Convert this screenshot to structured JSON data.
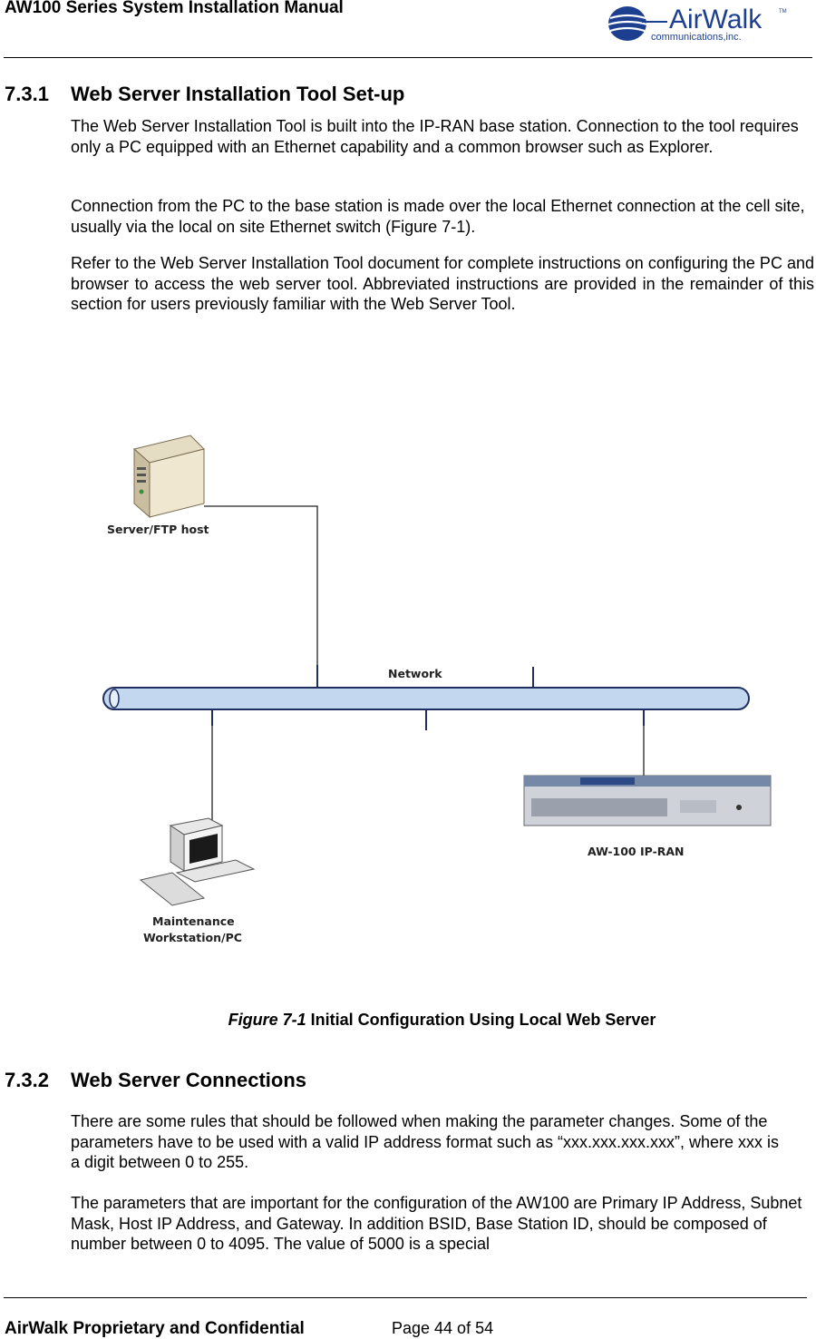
{
  "header": {
    "title": "AW100 Series System Installation Manual",
    "logo_text": "AirWalk",
    "logo_tm": "TM",
    "logo_sub": "communications,inc."
  },
  "section_731": {
    "number": "7.3.1",
    "title": "Web Server Installation Tool Set-up",
    "paragraphs": [
      "The Web Server Installation Tool is built into the IP-RAN base station. Connection to the tool requires only a PC equipped with an Ethernet capability and a common browser such as Explorer.",
      "Connection from the PC to the base station is made over the local Ethernet connection at the cell site, usually via the local on site Ethernet switch (Figure 7-1).",
      "Refer to the Web Server Installation Tool document for complete instructions on configuring the PC and browser to access the web server tool. Abbreviated instructions are provided in the remainder of this section for users previously familiar with the Web Server Tool."
    ]
  },
  "figure": {
    "label_server": "Server/FTP host",
    "label_network": "Network",
    "label_workstation_1": "Maintenance",
    "label_workstation_2": "Workstation/PC",
    "label_ran": "AW-100 IP-RAN",
    "caption_number": "Figure 7-1",
    "caption_text": "Initial Configuration Using Local Web Server"
  },
  "section_732": {
    "number": "7.3.2",
    "title": "Web Server Connections",
    "paragraphs": [
      "There are some rules that should be followed when making the parameter changes. Some of the parameters have to be used with a valid IP address format such as “xxx.xxx.xxx.xxx”, where xxx is a digit between 0 to 255.",
      "The parameters that are important for the configuration of the AW100 are Primary IP Address, Subnet Mask, Host IP Address, and Gateway.  In addition BSID, Base Station ID, should be composed of number between 0 to 4095.  The value of 5000 is a special"
    ]
  },
  "footer": {
    "left": "AirWalk Proprietary and Confidential",
    "right": "Page 44 of 54"
  },
  "colors": {
    "logo_blue": "#1c3f8f",
    "cable_fill": "#c3d7ef",
    "cable_stroke": "#1f2f5f"
  }
}
